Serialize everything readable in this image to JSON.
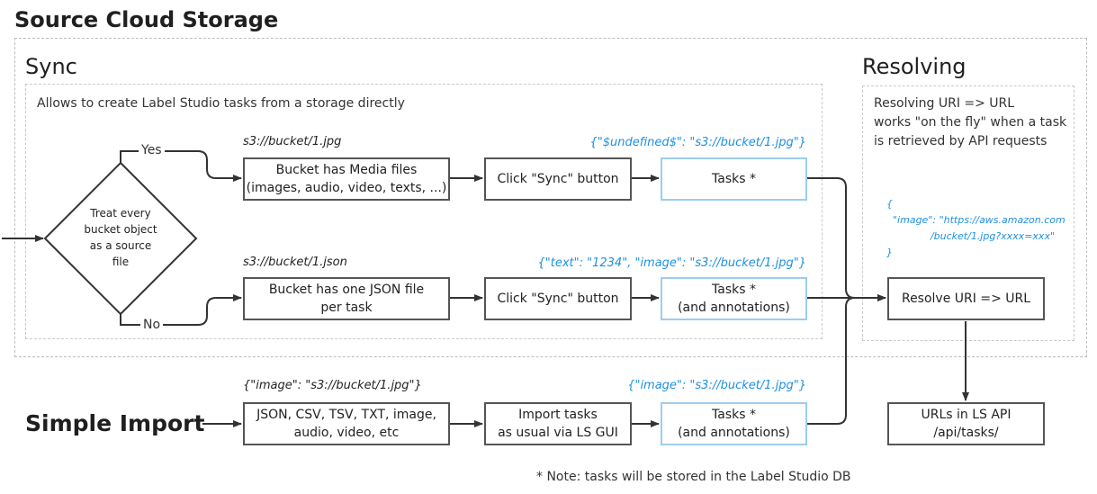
{
  "titles": {
    "source_cloud_storage": "Source Cloud Storage",
    "sync": "Sync",
    "resolving": "Resolving",
    "simple_import": "Simple Import"
  },
  "sync": {
    "description": "Allows to create Label Studio tasks from a storage directly",
    "decision": {
      "text": "Treat every\nbucket object\nas a source\nfile",
      "yes_label": "Yes",
      "no_label": "No"
    },
    "yes_path": {
      "uri_label": "s3://bucket/1.jpg",
      "json_label": "{\"$undefined$\": \"s3://bucket/1.jpg\"}",
      "bucket_box": "Bucket has Media files\n(images, audio, video, texts, ...)",
      "sync_box": "Click \"Sync\" button",
      "tasks_box": "Tasks *"
    },
    "no_path": {
      "uri_label": "s3://bucket/1.json",
      "json_label": "{\"text\": \"1234\", \"image\": \"s3://bucket/1.jpg\"}",
      "bucket_box": "Bucket has one JSON file\nper task",
      "sync_box": "Click \"Sync\" button",
      "tasks_box": "Tasks *\n(and annotations)"
    }
  },
  "resolving": {
    "description": "Resolving URI => URL\nworks \"on the fly\" when a task\nis retrieved by API requests",
    "json_example": "{\n  \"image\": \"https://aws.amazon.com\n              /bucket/1.jpg?xxxx=xxx\"\n}",
    "resolve_box": "Resolve URI => URL"
  },
  "simple_import": {
    "json_label_left": "{\"image\": \"s3://bucket/1.jpg\"}",
    "json_label_right": "{\"image\": \"s3://bucket/1.jpg\"}",
    "formats_box": "JSON, CSV, TSV, TXT, image,\naudio, video, etc",
    "import_box": "Import tasks\nas usual via LS GUI",
    "tasks_box": "Tasks *\n(and annotations)"
  },
  "api_box": "URLs in LS API\n/api/tasks/",
  "note": "* Note: tasks will be stored in the Label Studio DB",
  "colors": {
    "line": "#333333",
    "box_border": "#555555",
    "task_border": "#9ccdf0",
    "json_blue": "#1e90e0",
    "dashed": "#bdbdbd"
  }
}
